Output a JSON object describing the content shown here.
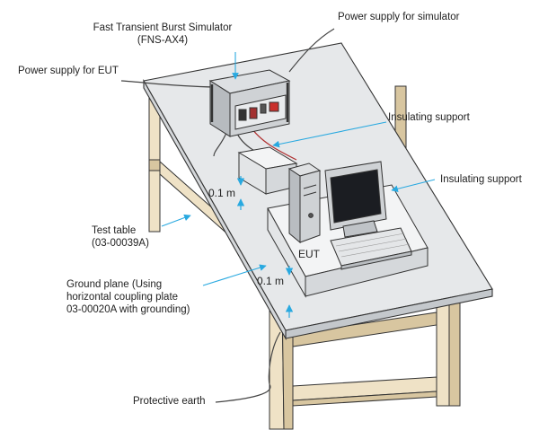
{
  "labels": {
    "simulator_name": "Fast Transient Burst Simulator",
    "simulator_model": "(FNS-AX4)",
    "power_simulator": "Power supply for simulator",
    "power_eut": "Power supply for EUT",
    "insulating_support_1": "Insulating support",
    "insulating_support_2": "Insulating support",
    "dim_upper": "0.1 m",
    "dim_lower": "0.1 m",
    "test_table_line1": "Test table",
    "test_table_line2": "(03-00039A)",
    "eut": "EUT",
    "ground_plane_line1": "Ground plane (Using",
    "ground_plane_line2": "horizontal coupling plate",
    "ground_plane_line3": "03-00020A with grounding)",
    "protective_earth": "Protective earth"
  },
  "colors": {
    "table_top": "#e6e8ea",
    "table_edge": "#c4c8cc",
    "leg_wood": "#efe2c6",
    "leg_dark": "#d8c6a0",
    "leader_cyan": "#29a9e0",
    "device_gray": "#cfd2d5",
    "screen": "#1b1d22",
    "outline": "#333333"
  }
}
